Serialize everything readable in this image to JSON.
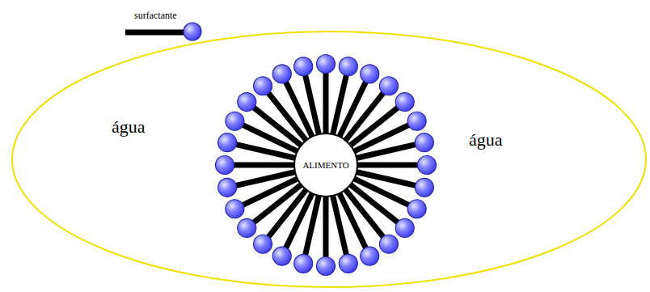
{
  "diagram": {
    "nodes": [
      {
        "text": [
          "água",
          "água"
        ]
      },
      {
        "text": [
          "ALIMENTO"
        ],
        "in": 0
      }
    ],
    "legend": [
      {
        "text": "surfactante"
      }
    ]
  }
}
